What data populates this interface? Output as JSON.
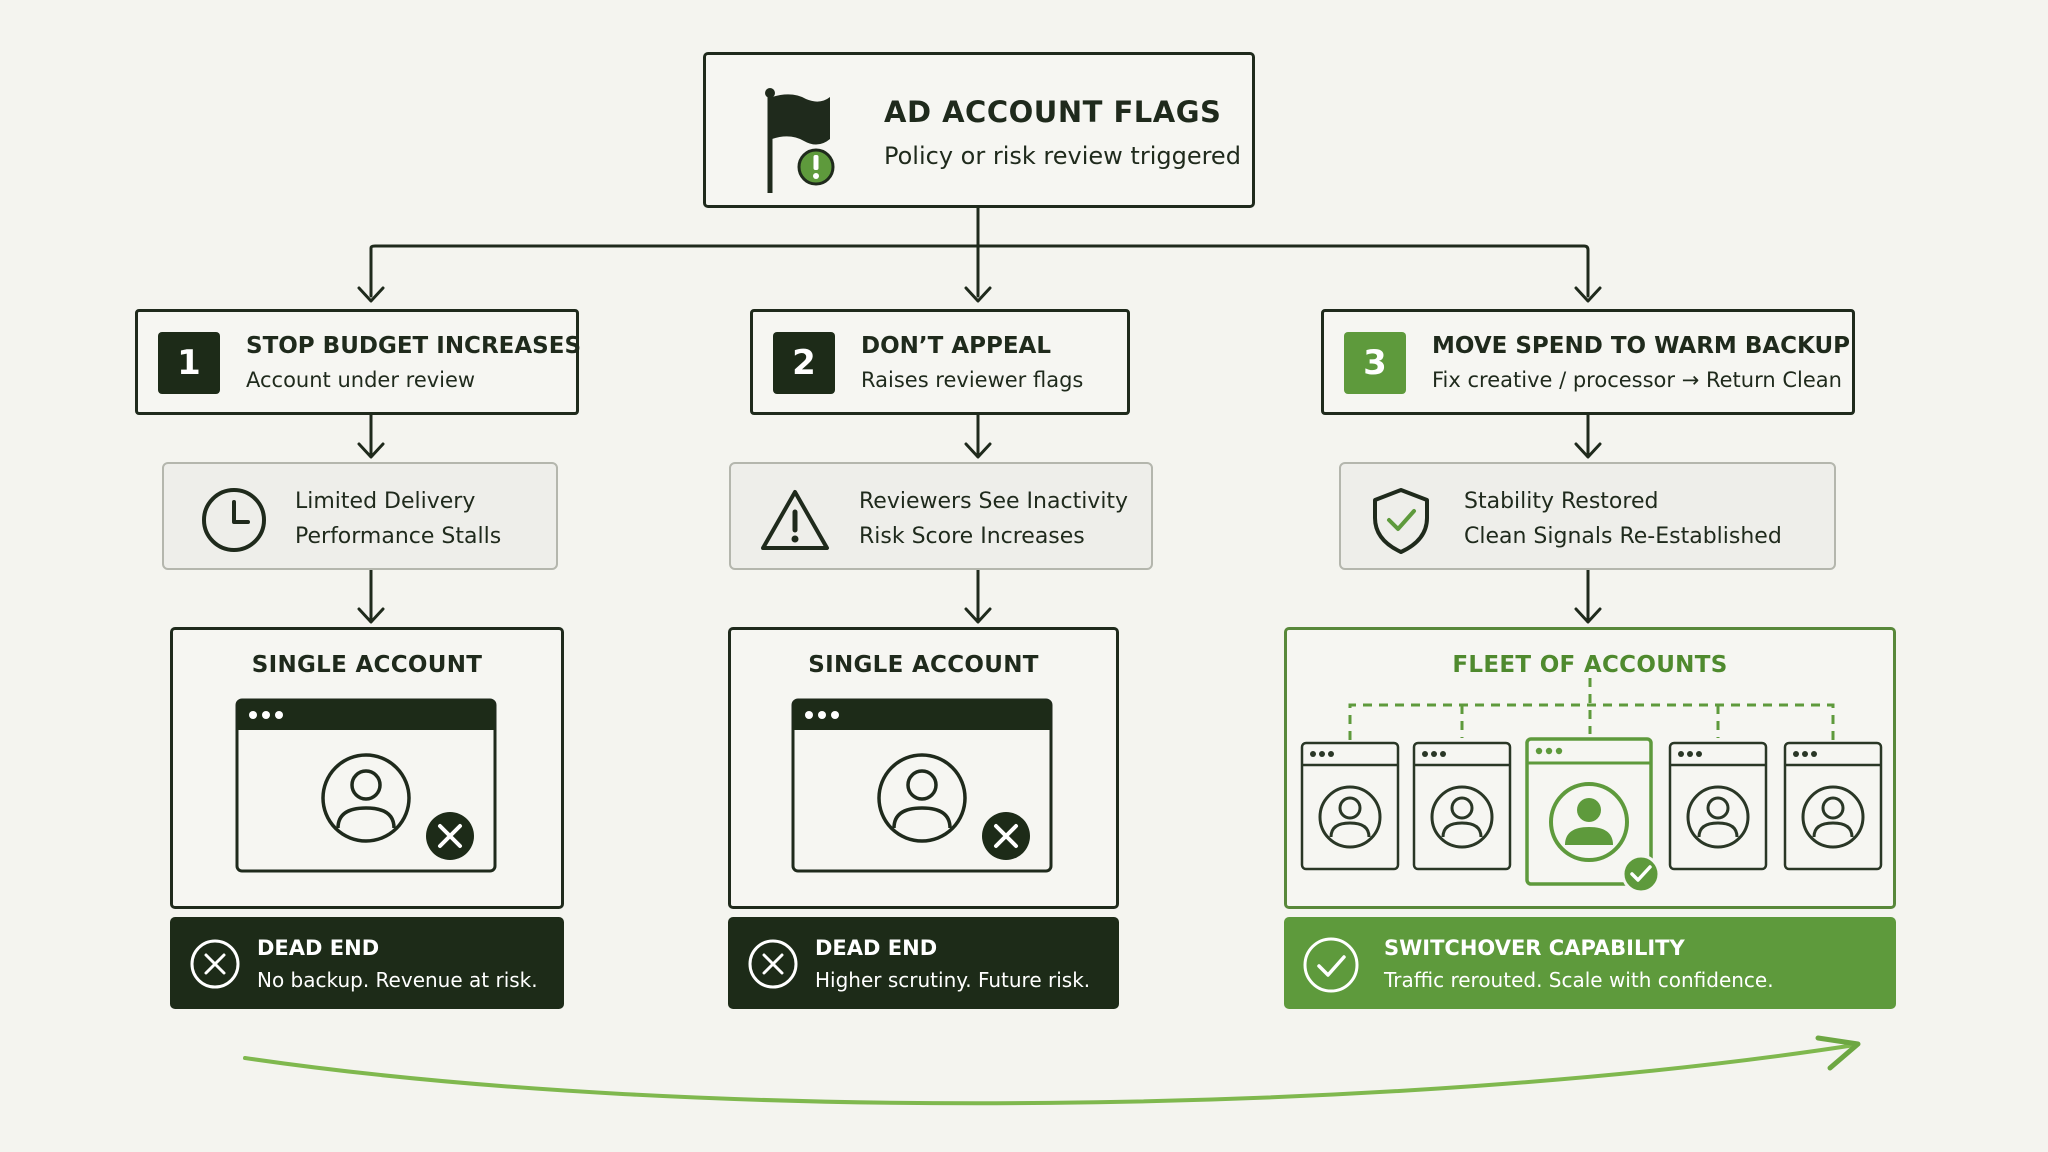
{
  "root": {
    "title": "AD ACCOUNT FLAGS",
    "subtitle": "Policy or risk review triggered",
    "icon": "flag-icon"
  },
  "steps": [
    {
      "number": "1",
      "title": "STOP BUDGET INCREASES",
      "subtitle": "Account under review"
    },
    {
      "number": "2",
      "title": "DON’T APPEAL",
      "subtitle": "Raises reviewer flags"
    },
    {
      "number": "3",
      "title": "MOVE SPEND TO WARM BACKUP",
      "subtitle": "Fix creative / processor → Return Clean"
    }
  ],
  "effects": [
    {
      "line1": "Limited Delivery",
      "line2": "Performance Stalls",
      "icon": "clock-icon"
    },
    {
      "line1": "Reviewers See Inactivity",
      "line2": "Risk Score Increases",
      "icon": "warning-triangle-icon"
    },
    {
      "line1": "Stability Restored",
      "line2": "Clean Signals Re-Established",
      "icon": "shield-check-icon"
    }
  ],
  "accounts": [
    {
      "title": "SINGLE ACCOUNT"
    },
    {
      "title": "SINGLE ACCOUNT"
    },
    {
      "title": "FLEET OF ACCOUNTS"
    }
  ],
  "results": [
    {
      "title": "DEAD END",
      "subtitle": "No backup. Revenue at risk.",
      "icon": "x-circle-icon"
    },
    {
      "title": "DEAD END",
      "subtitle": "Higher scrutiny. Future risk.",
      "icon": "x-circle-icon"
    },
    {
      "title": "SWITCHOVER CAPABILITY",
      "subtitle": "Traffic rerouted. Scale with confidence.",
      "icon": "check-circle-icon"
    }
  ],
  "colors": {
    "dark": "#1d2b18",
    "accent": "#5e9a3c",
    "accent_text": "#4f8a2e",
    "background": "#f4f4ef"
  }
}
